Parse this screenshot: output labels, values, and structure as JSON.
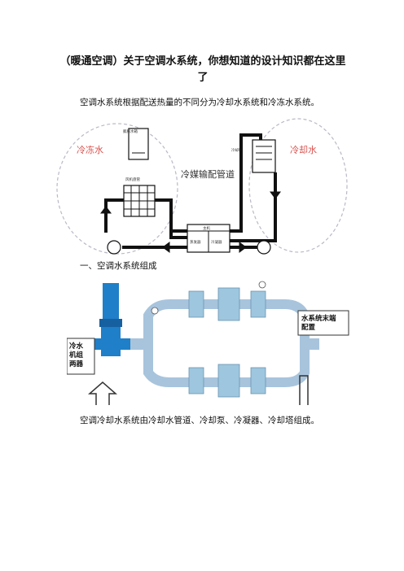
{
  "title": "（暖通空调）关于空调水系统，你想知道的设计知识都在这里了",
  "intro": "空调水系统根据配送热量的不同分为冷却水系统和冷冻水系统。",
  "section1_heading": "一、空调水系统组成",
  "section1_body": "空调冷却水系统由冷却水管道、冷却泵、冷凝器、冷却塔组成。",
  "figure1": {
    "left_label": "冷冻水",
    "right_label": "冷却水",
    "center_label": "冷媒输配管道",
    "tank_left": "膨胀水箱",
    "coil_label": "风机盘管",
    "tank_right": "冷却塔",
    "unit_title": "主机",
    "evaporator": "蒸发器",
    "condenser": "冷凝器"
  },
  "figure2": {
    "pump_label": "冷水机组两器",
    "end_label": "水系统末端配置"
  },
  "colors": {
    "dashed_circle": "#b9b9c6",
    "label_red": "#d9534f",
    "pipe_blue": "#a8c4dd",
    "pump_blue": "#1f7fc8"
  }
}
